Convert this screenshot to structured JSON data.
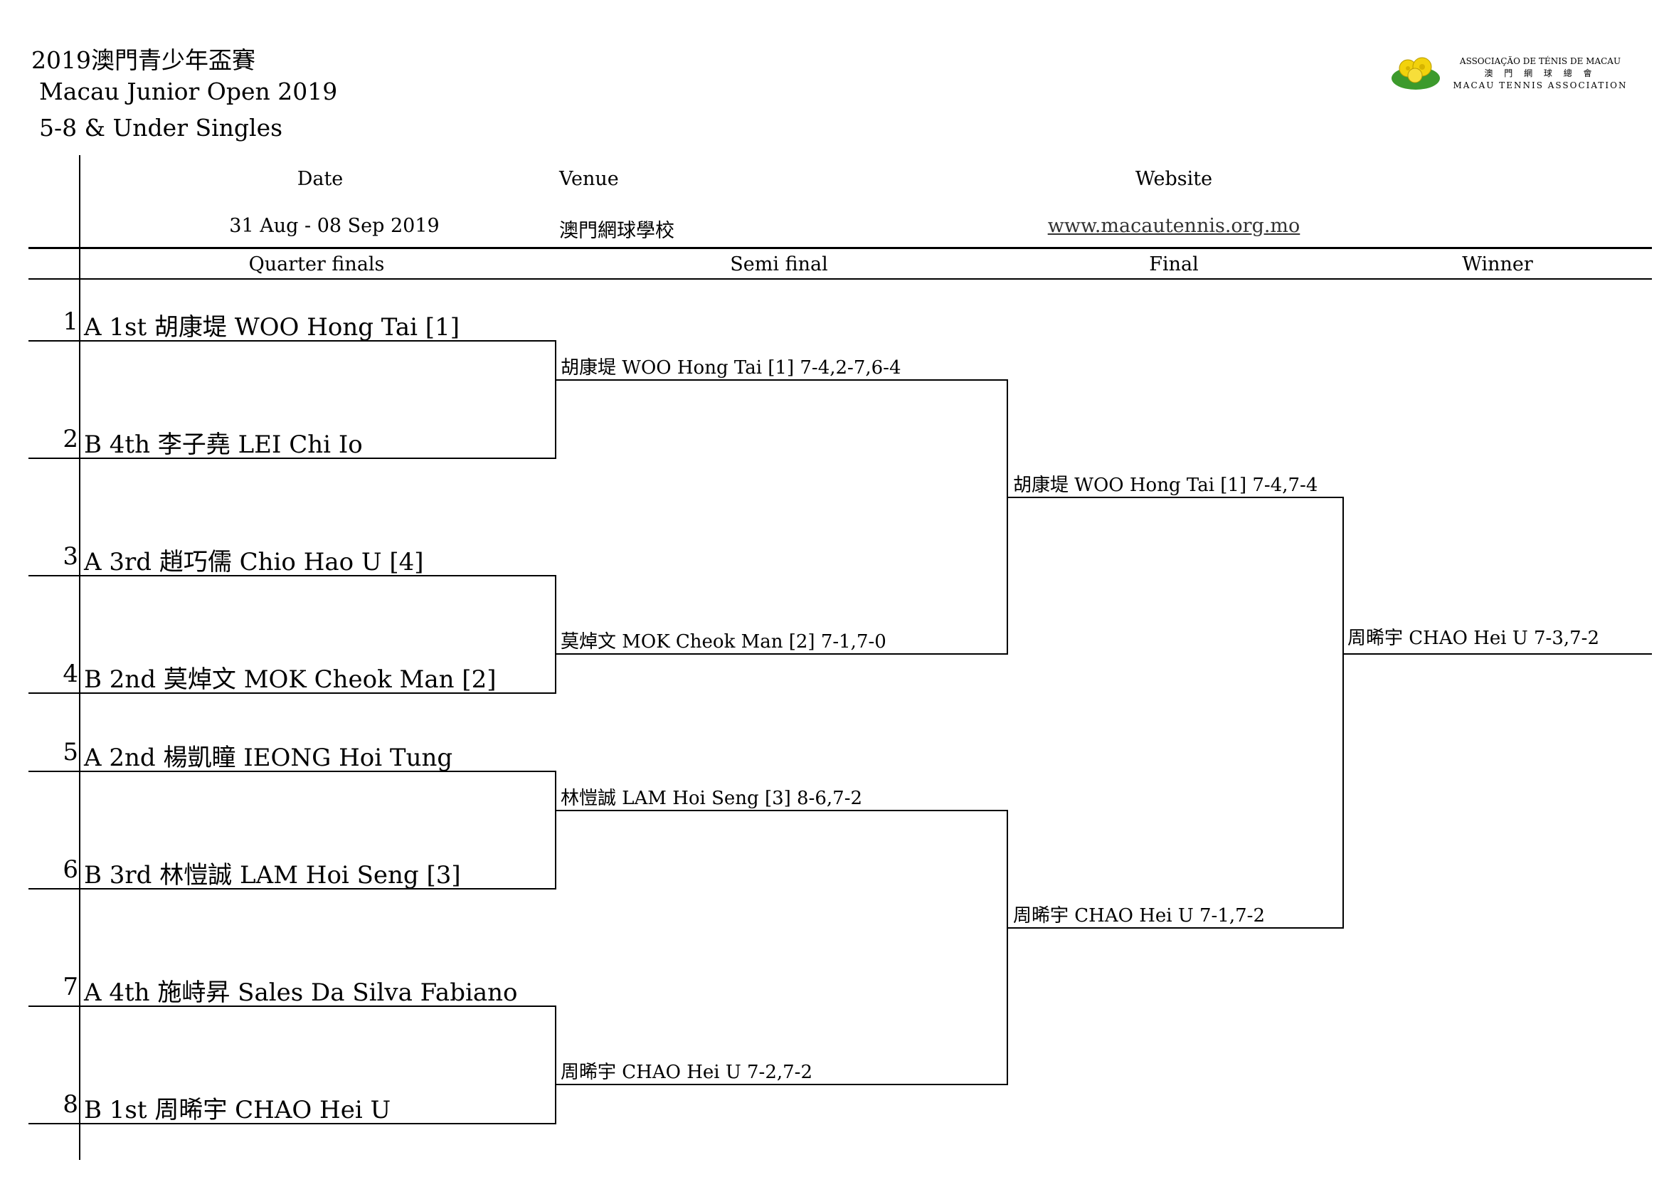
{
  "header": {
    "title_zh": "2019澳門青少年盃賽",
    "title_en": "Macau Junior Open 2019",
    "event": "5-8 & Under Singles"
  },
  "logo": {
    "line1": "ASSOCIAÇÃO DE TÉNIS DE MACAU",
    "line2": "澳 門 網 球 總 會",
    "line3": "MACAU TENNIS ASSOCIATION",
    "colors": {
      "flower": "#f2d20c",
      "leaf": "#3c9a2c"
    }
  },
  "info": {
    "date_label": "Date",
    "date_value": "31 Aug - 08 Sep 2019",
    "venue_label": "Venue",
    "venue_value": "澳門網球學校",
    "website_label": "Website",
    "website_value": "www.macautennis.org.mo"
  },
  "rounds": [
    "Quarter finals",
    "Semi final",
    "Final",
    "Winner"
  ],
  "draw": [
    {
      "num": "1",
      "name": "A 1st 胡康堤 WOO Hong Tai [1]"
    },
    {
      "num": "2",
      "name": "B 4th 李子堯 LEI Chi Io"
    },
    {
      "num": "3",
      "name": "A 3rd 趙巧儒 Chio Hao U [4]"
    },
    {
      "num": "4",
      "name": "B 2nd 莫焯文 MOK Cheok Man [2]"
    },
    {
      "num": "5",
      "name": "A 2nd 楊凱瞳 IEONG Hoi Tung"
    },
    {
      "num": "6",
      "name": "B 3rd 林愷誠 LAM Hoi Seng [3]"
    },
    {
      "num": "7",
      "name": "A 4th 施峙昇 Sales Da Silva Fabiano"
    },
    {
      "num": "8",
      "name": "B 1st 周晞宇 CHAO Hei U"
    }
  ],
  "semis": [
    "胡康堤 WOO Hong Tai [1]  7-4,2-7,6-4",
    "莫焯文 MOK Cheok Man [2] 7-1,7-0",
    "林愷誠 LAM Hoi Seng [3] 8-6,7-2",
    "周晞宇 CHAO Hei U 7-2,7-2"
  ],
  "finals": [
    "胡康堤 WOO Hong Tai [1]  7-4,7-4",
    "周晞宇 CHAO Hei U 7-1,7-2"
  ],
  "winner": "周晞宇 CHAO Hei U 7-3,7-2"
}
